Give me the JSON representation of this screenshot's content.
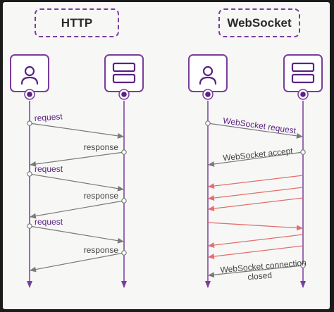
{
  "http": {
    "title": "HTTP",
    "messages": [
      {
        "label": "request",
        "direction": "client-to-server"
      },
      {
        "label": "response",
        "direction": "server-to-client"
      },
      {
        "label": "request",
        "direction": "client-to-server"
      },
      {
        "label": "response",
        "direction": "server-to-client"
      },
      {
        "label": "request",
        "direction": "client-to-server"
      },
      {
        "label": "response",
        "direction": "server-to-client"
      }
    ]
  },
  "websocket": {
    "title": "WebSocket",
    "request_label": "WebSocket request",
    "accept_label": "WebSocket accept",
    "close_label_line1": "WebSocket connection",
    "close_label_line2": "closed",
    "stream": [
      "server-to-client",
      "server-to-client",
      "server-to-client",
      "client-to-server",
      "server-to-client",
      "server-to-client"
    ]
  },
  "icons": {
    "client": "user-icon",
    "server": "server-icon"
  },
  "colors": {
    "lifeline": "#7a3d9c",
    "arrow": "#7a7a7a",
    "stream": "#e0706c",
    "label_purple": "#5a2382",
    "label_gray": "#444444"
  }
}
